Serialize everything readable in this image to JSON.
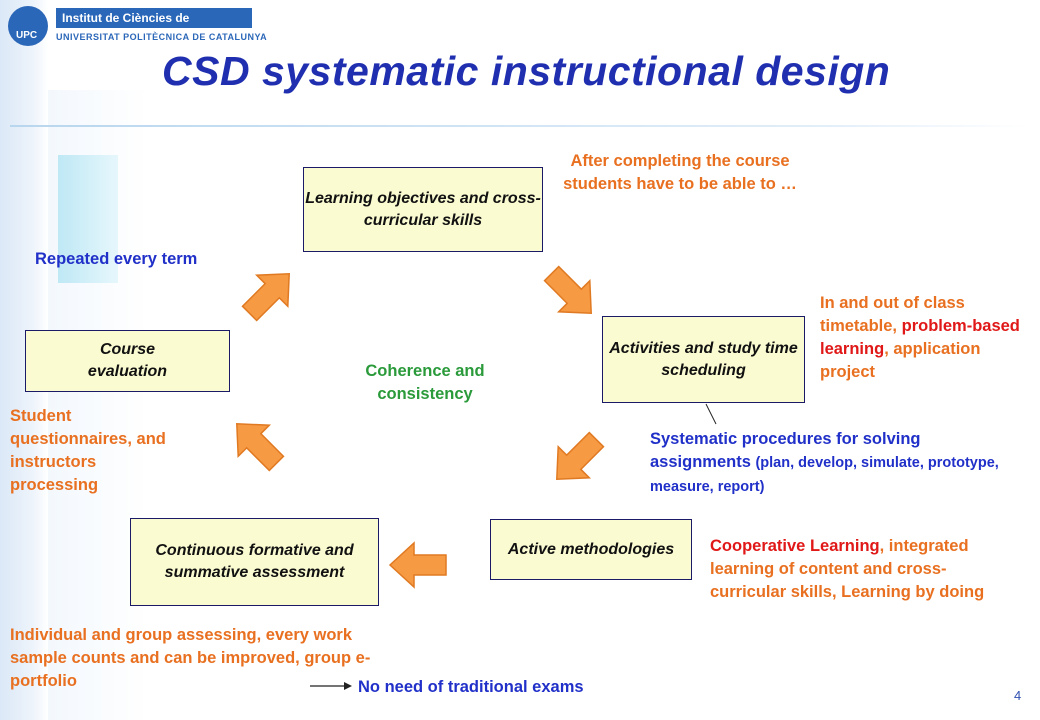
{
  "header": {
    "logo_mark": "UPC",
    "logo_title": "Institut de Ciències de l'Educació",
    "logo_subtitle": "UNIVERSITAT POLITÈCNICA DE CATALUNYA",
    "title": "CSD systematic instructional design"
  },
  "boxes": {
    "objectives": "Learning objectives and cross-curricular skills",
    "activities": "Activities and study time scheduling",
    "methodologies": "Active methodologies",
    "assessment": "Continuous formative and summative assessment",
    "evaluation": "Course evaluation"
  },
  "notes": {
    "after_completing": "After completing the course students have to be able to …",
    "repeated": "Repeated every term",
    "coherence": "Coherence and consistency",
    "in_out_1": "In and out of class timetable, ",
    "in_out_red": "problem-based learning",
    "in_out_2": ", application project",
    "systematic_main": "Systematic procedures for solving assignments ",
    "systematic_small": "(plan, develop, simulate, prototype, measure, report)",
    "cooperative_red": "Cooperative Learning",
    "cooperative_rest": ", integrated  learning of content and cross-curricular skills, Learning  by doing",
    "student_q": "Student questionnaires, and instructors processing",
    "individual": "Individual and group assessing, every work sample counts and can be improved, group e-portfolio",
    "no_exams": "No need of traditional exams"
  },
  "colors": {
    "title": "#1f2fb0",
    "box_fill": "#fbfbd2",
    "arrow_fill": "#f79a44",
    "orange_text": "#e87020",
    "blue_text": "#2030c8",
    "green_text": "#2a9a3a",
    "red_text": "#e01818"
  },
  "page_number": "4"
}
